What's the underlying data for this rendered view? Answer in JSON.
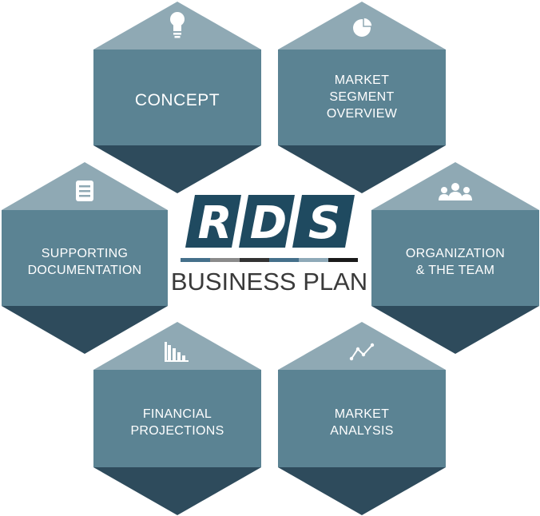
{
  "logo": {
    "letters": [
      "R",
      "D",
      "S"
    ],
    "subtitle": "BUSINESS PLAN",
    "colors": {
      "letter_block": "#1f4a60",
      "stripe": [
        "#45708a",
        "#8a8a8a",
        "#333333",
        "#45708a",
        "#8ea9b8",
        "#1a1a1a"
      ]
    }
  },
  "hexagons": [
    {
      "id": "concept",
      "icon": "lightbulb-icon",
      "lines": [
        "CONCEPT"
      ]
    },
    {
      "id": "market-segment",
      "icon": "pie-chart-icon",
      "lines": [
        "MARKET",
        "SEGMENT",
        "OVERVIEW"
      ]
    },
    {
      "id": "supporting-docs",
      "icon": "document-icon",
      "lines": [
        "SUPPORTING",
        "DOCUMENTATION"
      ]
    },
    {
      "id": "organization",
      "icon": "team-icon",
      "lines": [
        "ORGANIZATION",
        "& THE TEAM"
      ]
    },
    {
      "id": "financial",
      "icon": "bar-chart-icon",
      "lines": [
        "FINANCIAL",
        "PROJECTIONS"
      ]
    },
    {
      "id": "market-analysis",
      "icon": "line-chart-icon",
      "lines": [
        "MARKET",
        "ANALYSIS"
      ]
    }
  ],
  "colors": {
    "hex_top": "#8fa9b4",
    "hex_body": "#5b8393",
    "hex_bottom": "#2e4b5c",
    "icon": "#ffffff"
  }
}
